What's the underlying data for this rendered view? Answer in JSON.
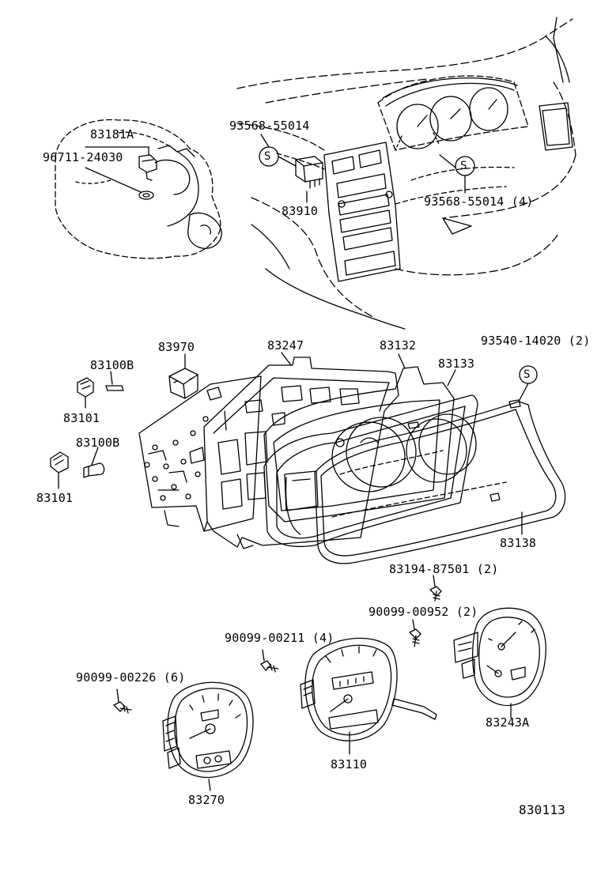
{
  "diagram": {
    "figure_id": "830113",
    "colors": {
      "line": "#000000",
      "background": "#ffffff"
    },
    "labels": {
      "p83181A": "83181A",
      "p96711": "96711-24030",
      "p93568_a": "93568-55014",
      "p83910": "83910",
      "p93568_b": "93568-55014 (4)",
      "sA": "S",
      "sB": "S",
      "sC": "S",
      "p83970": "83970",
      "p83247": "83247",
      "p83132": "83132",
      "p93540": "93540-14020 (2)",
      "p83100B_a": "83100B",
      "p83133": "83133",
      "p83101_a": "83101",
      "p83100B_b": "83100B",
      "p83101_b": "83101",
      "p83138": "83138",
      "p83194": "83194-87501 (2)",
      "p90099_952": "90099-00952 (2)",
      "p90099_211": "90099-00211 (4)",
      "p90099_226": "90099-00226 (6)",
      "p83243A": "83243A",
      "p83110": "83110",
      "p83270": "83270"
    }
  }
}
